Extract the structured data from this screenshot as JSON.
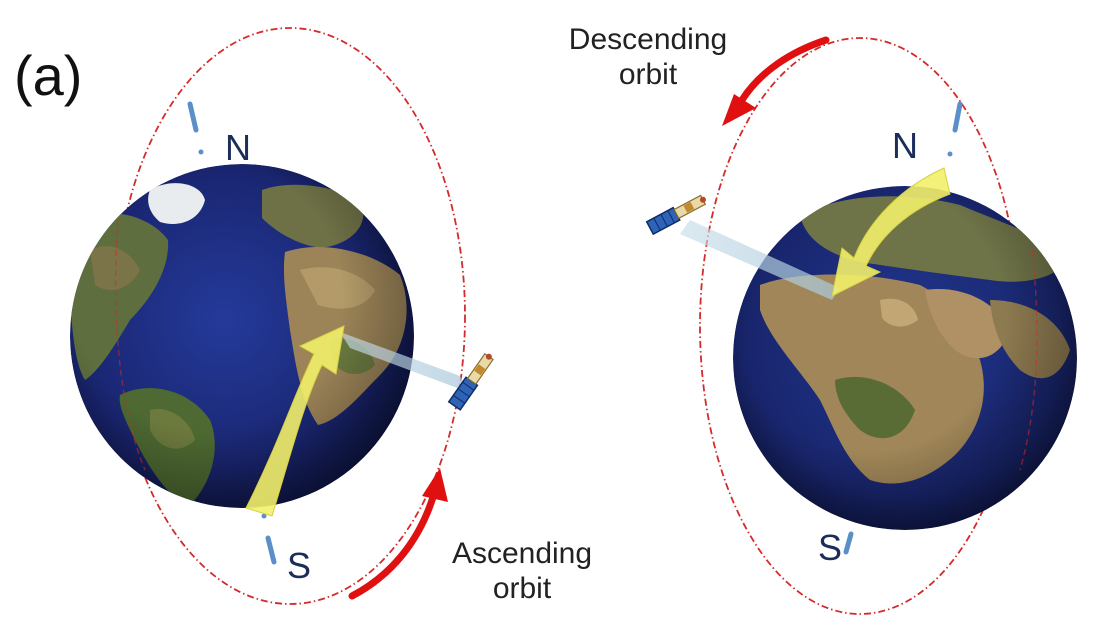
{
  "panel_label": "(a)",
  "left_view": {
    "north_label": "N",
    "south_label": "S",
    "orbit_label_line1": "Ascending",
    "orbit_label_line2": "orbit"
  },
  "right_view": {
    "north_label": "N",
    "south_label": "S",
    "orbit_label_line1": "Descending",
    "orbit_label_line2": "orbit"
  },
  "colors": {
    "orbit_path": "#d42a2a",
    "direction_arrow": "#e01010",
    "ground_track_arrow": "#f2f06a",
    "pole_axis": "#5b8fc7",
    "ocean": "#1c2a78",
    "land": "#8a7a52",
    "beam": "#bcd6e6"
  }
}
